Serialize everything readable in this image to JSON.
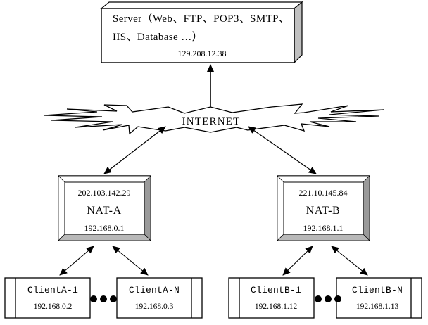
{
  "diagram": {
    "title": "NAT network topology diagram",
    "colors": {
      "stroke": "#000000",
      "fill_white": "#ffffff",
      "fill_gray": "#c0c0c0",
      "fill_gray_light": "#d4d4d4"
    },
    "server": {
      "label_line1": "Server（Web、FTP、POP3、SMTP、",
      "label_line2": "IIS、Database …）",
      "ip": "129.208.12.38"
    },
    "cloud": {
      "label": "INTERNET"
    },
    "nat_devices": [
      {
        "public_ip": "202.103.142.29",
        "name": "NAT-A",
        "private_ip": "192.168.0.1"
      },
      {
        "public_ip": "221.10.145.84",
        "name": "NAT-B",
        "private_ip": "192.168.1.1"
      }
    ],
    "clients": [
      {
        "name": "ClientA-1",
        "ip": "192.168.0.2"
      },
      {
        "name": "ClientA-N",
        "ip": "192.168.0.3"
      },
      {
        "name": "ClientB-1",
        "ip": "192.168.1.12"
      },
      {
        "name": "ClientB-N",
        "ip": "192.168.1.13"
      }
    ],
    "ellipsis_marks": [
      {
        "group": "A",
        "dots": 3
      },
      {
        "group": "B",
        "dots": 3
      }
    ],
    "connections": [
      {
        "from": "server",
        "to": "cloud",
        "style": "double-arrow-vertical"
      },
      {
        "from": "cloud",
        "to": "NAT-A",
        "style": "double-arrow-diagonal"
      },
      {
        "from": "cloud",
        "to": "NAT-B",
        "style": "double-arrow-diagonal"
      },
      {
        "from": "NAT-A",
        "to": "ClientA-1",
        "style": "double-arrow-diagonal"
      },
      {
        "from": "NAT-A",
        "to": "ClientA-N",
        "style": "double-arrow-diagonal"
      },
      {
        "from": "NAT-B",
        "to": "ClientB-1",
        "style": "double-arrow-diagonal"
      },
      {
        "from": "NAT-B",
        "to": "ClientB-N",
        "style": "double-arrow-diagonal"
      }
    ]
  }
}
